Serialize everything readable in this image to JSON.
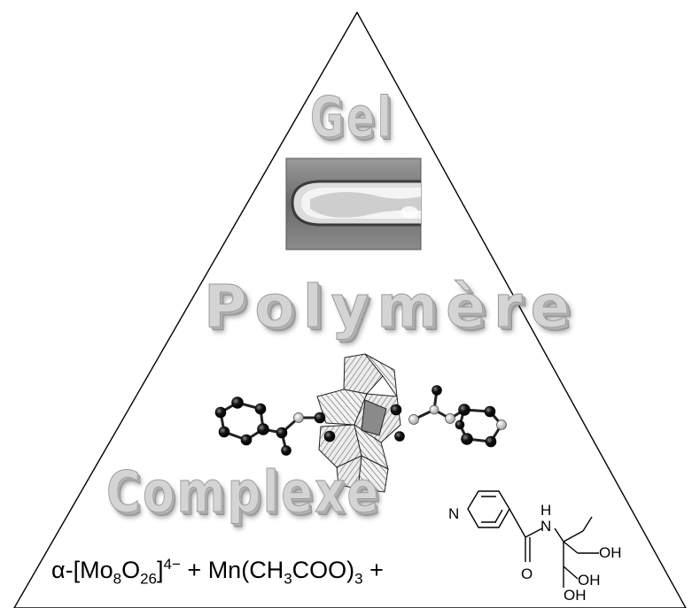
{
  "labels": {
    "gel": "Gel",
    "polymer": "Polymère",
    "complex": "Complexe"
  },
  "formula": {
    "alpha": "α",
    "bracket_open": "-[Mo",
    "mo_count": "8",
    "oxygen": "O",
    "o_count": "26",
    "bracket_close": "]",
    "charge": "4−",
    "plus_1": " + Mn(CH",
    "ch_count": "3",
    "tail": "COO)",
    "coo_count": "3",
    "plus_2": " +"
  },
  "ligand": {
    "n_ring": "N",
    "n_amide": "N",
    "h_amide": "H",
    "o_carbonyl": "O",
    "oh_1": "OH",
    "oh_2": "OH",
    "oh_3": "OH"
  },
  "colors": {
    "triangle_stroke": "#000000",
    "label_face": "#d4d4d4",
    "atom_dark": "#111111",
    "atom_light": "#c8c8c8",
    "polyhedra": "#e6e6e6"
  }
}
